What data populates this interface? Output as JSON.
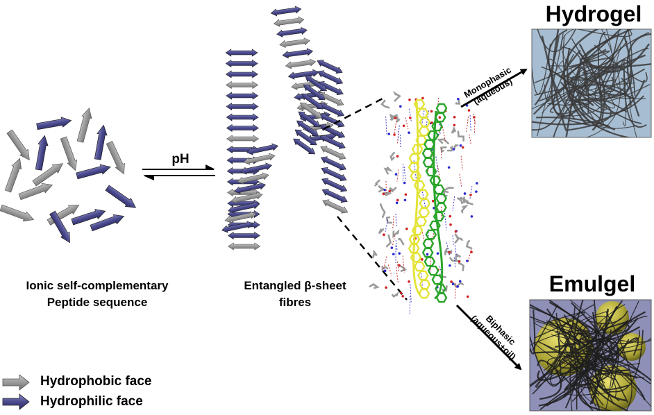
{
  "reaction": {
    "label": "pH"
  },
  "captions": {
    "peptide_line1": "Ionic self-complementary",
    "peptide_line2": "Peptide sequence",
    "fibres_line1": "Entangled β-sheet",
    "fibres_line2": "fibres"
  },
  "hydrogel": {
    "title": "Hydrogel",
    "route_line1": "Monophasic",
    "route_line2": "(aqueous)"
  },
  "emulgel": {
    "title": "Emulgel",
    "route_line1": "Biphasic",
    "route_line2": "(aqueous+oil)"
  },
  "legend": {
    "hydrophobic": "Hydrophobic face",
    "hydrophilic": "Hydrophilic face"
  },
  "colors": {
    "hydrophobic_arrow": "#9a9a9a",
    "hydrophilic_arrow": "#4a4a8e",
    "hydrogel_bg": "#9db3c9",
    "emulgel_bg": "#6c6d8a",
    "oil_droplet": "#b9b23a",
    "helix_yellow": "#e3e338",
    "helix_green": "#2aa52a"
  }
}
